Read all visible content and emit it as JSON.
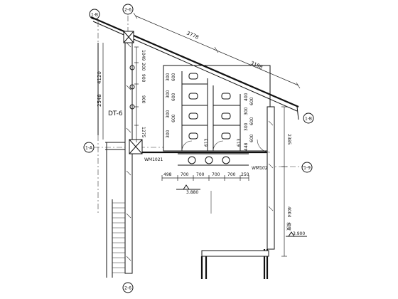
{
  "grid": {
    "a": "1-B",
    "b": "2-6",
    "c": "1-A",
    "d": "1-B",
    "e": "2-6",
    "f": "1-9"
  },
  "labels": {
    "dt": "DT-6",
    "door_left": "WM1021",
    "door_right": "WM1021",
    "elev_mid": "3.880",
    "elev_right": "3.900",
    "slope_word": "坡度"
  },
  "dims": {
    "top_overall": "3778",
    "top_right": "3198",
    "left_upper": "2548",
    "left_side": "4120",
    "right_upper": "2385",
    "right_lower": "4004",
    "stair_top": "1049",
    "stair_a": "200",
    "stair_b": "900",
    "stair_c": "900",
    "stair_d": "1275",
    "bottom_0": "498",
    "bottom_1": "700",
    "bottom_2": "700",
    "bottom_3": "700",
    "bottom_4": "700",
    "bottom_5": "250",
    "stall_l1": "300",
    "stall_l2": "600",
    "stall_l3": "300",
    "stall_l4": "600",
    "stall_l5": "300",
    "stall_l6": "600",
    "stall_l7": "300",
    "stall_r1": "400",
    "stall_r2": "600",
    "stall_r3": "300",
    "stall_r4": "600",
    "stall_r5": "300",
    "stall_r6": "600",
    "stall_r7": "448",
    "mid_a": "613",
    "mid_b": "613"
  }
}
